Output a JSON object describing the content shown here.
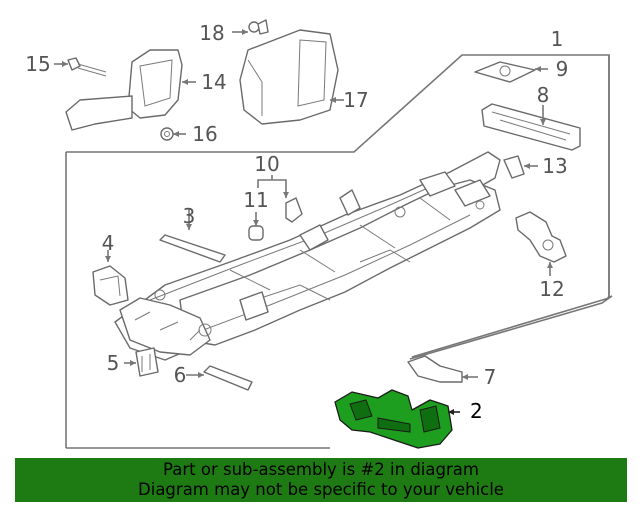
{
  "callouts": [
    {
      "id": "c1",
      "label": "1"
    },
    {
      "id": "c2",
      "label": "2"
    },
    {
      "id": "c3",
      "label": "3"
    },
    {
      "id": "c4",
      "label": "4"
    },
    {
      "id": "c5",
      "label": "5"
    },
    {
      "id": "c6",
      "label": "6"
    },
    {
      "id": "c7",
      "label": "7"
    },
    {
      "id": "c8",
      "label": "8"
    },
    {
      "id": "c9",
      "label": "9"
    },
    {
      "id": "c10",
      "label": "10"
    },
    {
      "id": "c11",
      "label": "11"
    },
    {
      "id": "c12",
      "label": "12"
    },
    {
      "id": "c13",
      "label": "13"
    },
    {
      "id": "c14",
      "label": "14"
    },
    {
      "id": "c15",
      "label": "15"
    },
    {
      "id": "c16",
      "label": "16"
    },
    {
      "id": "c17",
      "label": "17"
    },
    {
      "id": "c18",
      "label": "18"
    }
  ],
  "highlighted_part": "2",
  "colors": {
    "highlight": "#1e9e1e",
    "banner": "#1e7a12",
    "lines": "#777777"
  },
  "banner": {
    "line1": "Part or sub-assembly is #2 in diagram",
    "line2": "Diagram may not be specific to your vehicle"
  }
}
